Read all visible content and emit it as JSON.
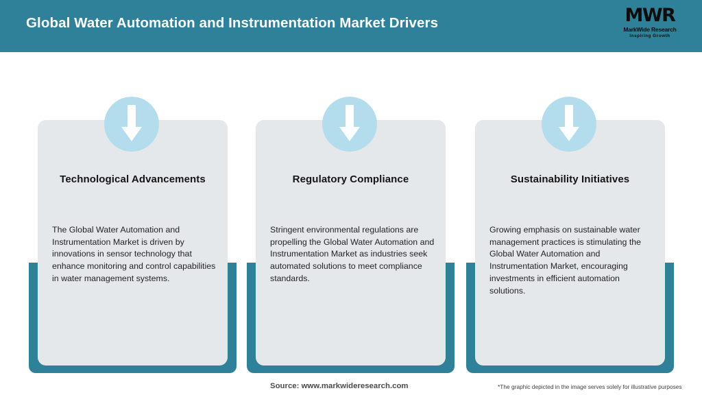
{
  "header": {
    "title": "Global Water Automation and Instrumentation Market Drivers",
    "background_color": "#2e8198",
    "title_color": "#ffffff",
    "logo": {
      "mark": "MWR",
      "name": "MarkWide Research",
      "tagline": "Inspiring Growth"
    }
  },
  "theme": {
    "accent_teal": "#2e8198",
    "card_gray": "#e4e8ea",
    "icon_circle_blue": "#b3dced",
    "arrow_white": "#ffffff"
  },
  "cards": [
    {
      "icon": "arrow-down-icon",
      "title": "Technological Advancements",
      "body": "The Global Water Automation and Instrumentation Market is driven by innovations in sensor technology that enhance monitoring and control capabilities in water management systems."
    },
    {
      "icon": "arrow-down-icon",
      "title": "Regulatory Compliance",
      "body": "Stringent environmental regulations are propelling the Global Water Automation and Instrumentation Market as industries seek automated solutions to meet compliance standards."
    },
    {
      "icon": "arrow-down-icon",
      "title": "Sustainability Initiatives",
      "body": "Growing emphasis on sustainable water management practices is stimulating the Global Water Automation and Instrumentation Market, encouraging investments in efficient automation solutions."
    }
  ],
  "footer": {
    "source": "Source: www.markwideresearch.com",
    "disclaimer": "*The graphic depicted in the image serves solely for illustrative purposes"
  }
}
